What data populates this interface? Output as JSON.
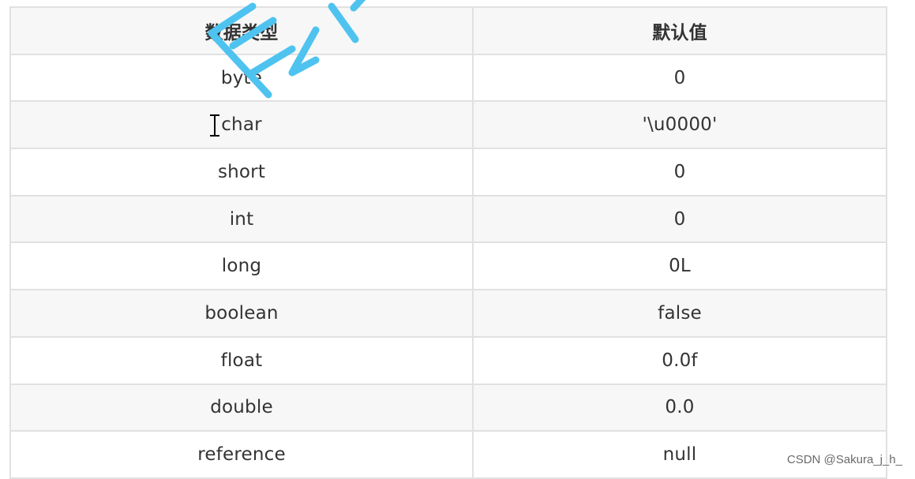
{
  "table": {
    "headers": [
      "数据类型",
      "默认值"
    ],
    "rows": [
      [
        "byte",
        "0"
      ],
      [
        "char",
        "'\\u0000'"
      ],
      [
        "short",
        "0"
      ],
      [
        "int",
        "0"
      ],
      [
        "long",
        "0L"
      ],
      [
        "boolean",
        "false"
      ],
      [
        "float",
        "0.0f"
      ],
      [
        "double",
        "0.0"
      ],
      [
        "reference",
        "null"
      ]
    ]
  },
  "credit": "CSDN @Sakura_j_h_",
  "colors": {
    "header_bg": "#f7f7f7",
    "border": "#e1e1e1",
    "watermark": "#4fc3f0"
  },
  "icons": {
    "cursor": "text-cursor-icon",
    "watermark": "handwritten-watermark"
  }
}
